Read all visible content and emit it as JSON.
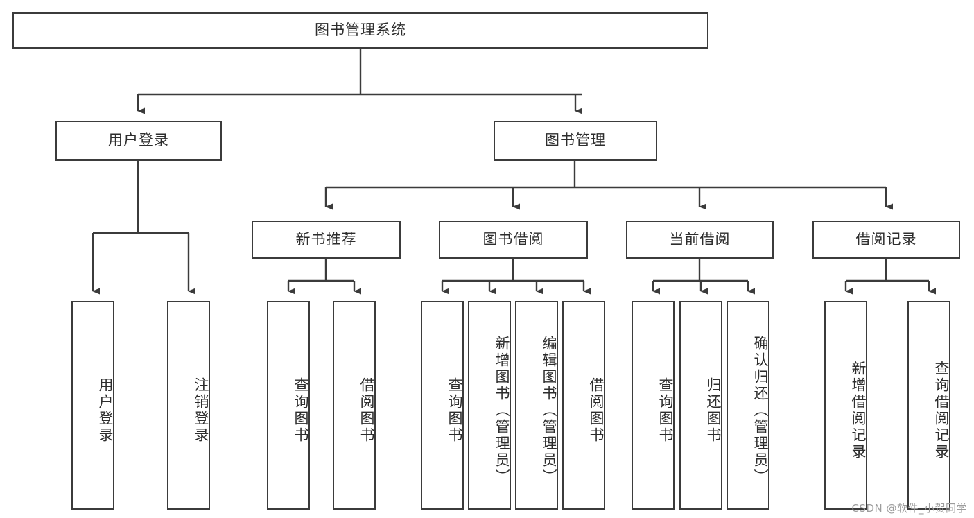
{
  "diagram": {
    "title": "图书管理系统",
    "type": "tree",
    "watermark": "CSDN @软件_小贺同学",
    "colors": {
      "background": "#ffffff",
      "stroke": "#3b3b3b",
      "text": "#2d2d2d",
      "watermark": "#9d9d9d"
    },
    "root": {
      "label": "图书管理系统"
    },
    "level2": [
      {
        "label": "用户登录"
      },
      {
        "label": "图书管理"
      }
    ],
    "level3": [
      {
        "label": "新书推荐"
      },
      {
        "label": "图书借阅"
      },
      {
        "label": "当前借阅"
      },
      {
        "label": "借阅记录"
      }
    ],
    "leaves": {
      "user_login": [
        {
          "label": "用户登录"
        },
        {
          "label": "注销登录"
        }
      ],
      "new_book_recommend": [
        {
          "label": "查询图书"
        },
        {
          "label": "借阅图书"
        }
      ],
      "book_borrow": [
        {
          "label": "查询图书"
        },
        {
          "label": "新增图书（管理员）"
        },
        {
          "label": "编辑图书（管理员）"
        },
        {
          "label": "借阅图书"
        }
      ],
      "current_borrow": [
        {
          "label": "查询图书"
        },
        {
          "label": "归还图书"
        },
        {
          "label": "确认归还（管理员）"
        }
      ],
      "borrow_record": [
        {
          "label": "新增借阅记录"
        },
        {
          "label": "查询借阅记录"
        }
      ]
    }
  }
}
